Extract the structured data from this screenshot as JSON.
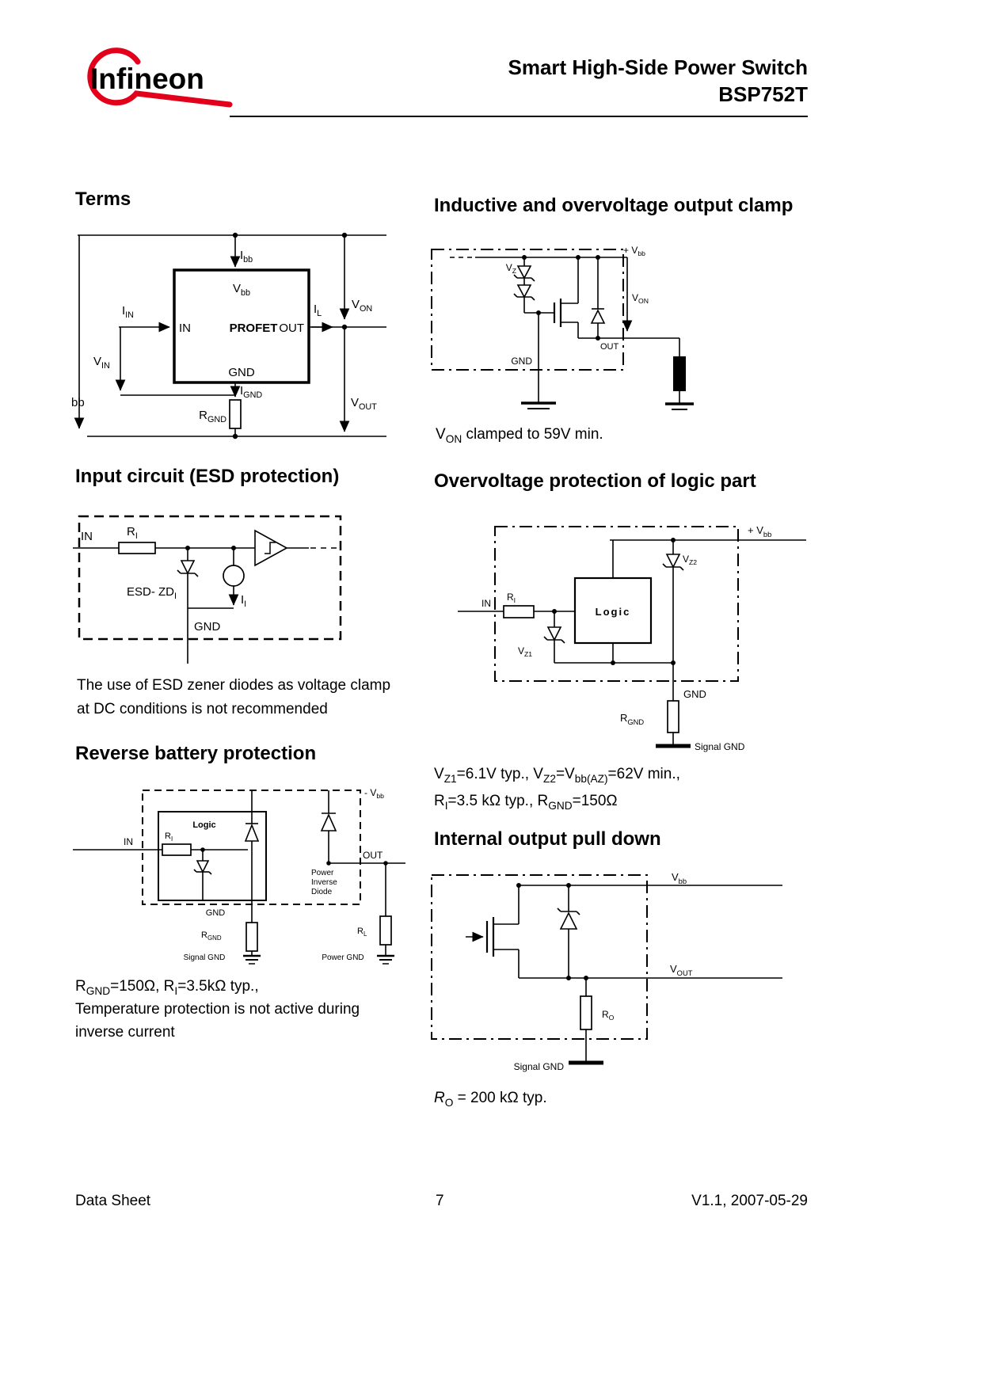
{
  "brand": {
    "blue": "#1E2F9E",
    "red": "#E2001A"
  },
  "header": {
    "logo_text": "Infineon",
    "title_line1": "Smart High-Side Power Switch",
    "title_line2": "BSP752T"
  },
  "terms": {
    "heading": "Terms",
    "ibb": [
      "I",
      "bb"
    ],
    "vbb": [
      "V",
      "bb"
    ],
    "iin": [
      "I",
      "IN"
    ],
    "in_pin": "IN",
    "profet": "PROFET",
    "out_pin": "OUT",
    "il": [
      "I",
      "L"
    ],
    "von": [
      "V",
      "ON"
    ],
    "vin": [
      "V",
      "IN"
    ],
    "gnd_pin": "GND",
    "ignd": [
      "I",
      "GND"
    ],
    "rgnd": [
      "R",
      "GND"
    ],
    "vout": [
      "V",
      "OUT"
    ],
    "bb_left": "bb"
  },
  "inductive": {
    "heading": "Inductive and overvoltage output clamp",
    "vz": [
      "V",
      "Z"
    ],
    "vbb": [
      "+ V",
      "bb"
    ],
    "von": [
      "V",
      "ON"
    ],
    "out": "OUT",
    "gnd": "GND",
    "caption": [
      {
        "t": "V"
      },
      {
        "t": "ON",
        "sub": true
      },
      {
        "t": " clamped to 59V min."
      }
    ]
  },
  "esd": {
    "heading": "Input circuit (ESD protection)",
    "in_pin": "IN",
    "ri": [
      "R",
      "I"
    ],
    "esd_zd": [
      "ESD- ZD",
      "I"
    ],
    "ii": [
      "I",
      "I"
    ],
    "gnd": "GND",
    "note1": "The use of ESD zener diodes as voltage clamp",
    "note2": "at DC conditions is not recommended"
  },
  "ovp": {
    "heading": "Overvoltage protection of logic part",
    "vbb": [
      "+ V",
      "bb"
    ],
    "in_pin": "IN",
    "ri": [
      "R",
      "I"
    ],
    "logic": "Logic",
    "vz1": [
      "V",
      "Z1"
    ],
    "vz2": [
      "V",
      "Z2"
    ],
    "gnd": "GND",
    "rgnd": [
      "R",
      "GND"
    ],
    "signal_gnd": "Signal GND",
    "line1": [
      {
        "t": "V"
      },
      {
        "t": "Z1",
        "sub": true
      },
      {
        "t": "=6.1V typ., V"
      },
      {
        "t": "Z2",
        "sub": true
      },
      {
        "t": "=V"
      },
      {
        "t": "bb(AZ)",
        "sub": true
      },
      {
        "t": "=62V min.,"
      }
    ],
    "line2": [
      {
        "t": "R"
      },
      {
        "t": "I",
        "sub": true
      },
      {
        "t": "=3.5 kΩ typ., R"
      },
      {
        "t": "GND",
        "sub": true
      },
      {
        "t": "=150Ω"
      }
    ]
  },
  "reverse": {
    "heading": "Reverse battery protection",
    "logic": "Logic",
    "in_pin": "IN",
    "ri": [
      "R",
      "I"
    ],
    "neg_vbb": [
      "- V",
      "bb"
    ],
    "out_pin": "OUT",
    "power_inverse_diode": [
      "Power",
      "Inverse",
      "Diode"
    ],
    "gnd": "GND",
    "rgnd": [
      "R",
      "GND"
    ],
    "signal_gnd": "Signal GND",
    "rl": [
      "R",
      "L"
    ],
    "power_gnd": "Power GND",
    "line1": [
      {
        "t": "R"
      },
      {
        "t": "GND",
        "sub": true
      },
      {
        "t": "=150Ω, R"
      },
      {
        "t": "I",
        "sub": true
      },
      {
        "t": "=3.5kΩ typ.,"
      }
    ],
    "line2": "Temperature protection is not active during",
    "line3": "inverse current"
  },
  "pulldown": {
    "heading": "Internal output pull down",
    "vbb": [
      "V",
      "bb"
    ],
    "vout": [
      "V",
      "OUT"
    ],
    "ro": [
      "R",
      "O"
    ],
    "signal_gnd": "Signal GND",
    "caption": [
      {
        "t": "R",
        "italic": true
      },
      {
        "t": "O",
        "sub": true
      },
      {
        "t": " = 200 kΩ typ."
      }
    ]
  },
  "footer": {
    "left": "Data Sheet",
    "page": "7",
    "right": "V1.1, 2007-05-29"
  }
}
